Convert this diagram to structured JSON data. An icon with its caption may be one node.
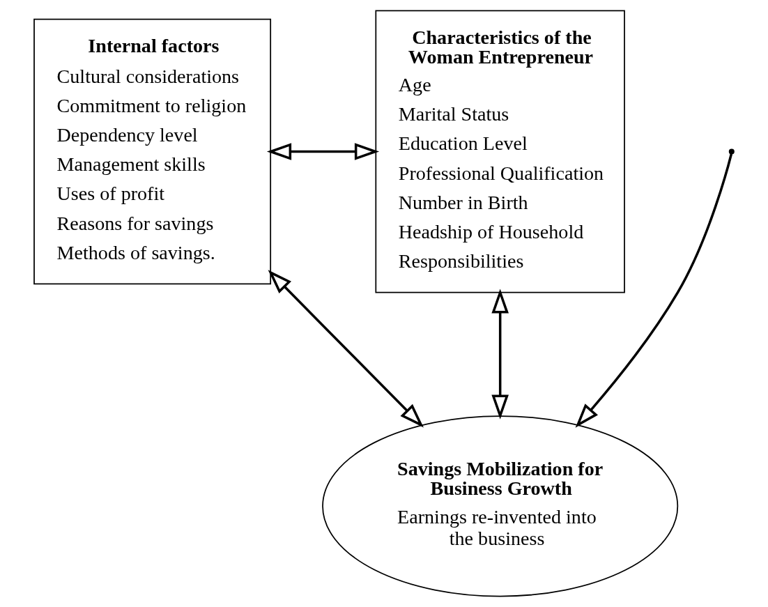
{
  "diagram": {
    "nodes": [
      {
        "text": [
          "Internal factors",
          "Cultural considerations",
          "Commitment to religion",
          "Dependency level",
          "Management skills",
          "Uses of profit",
          "Reasons for savings",
          "Methods of savings."
        ]
      },
      {
        "text": [
          "Characteristics of the Woman Entrepreneur",
          "Age",
          "Marital Status",
          "Education Level",
          "Professional Qualification",
          "Number in Birth",
          "Headship of Household",
          "Responsibilities"
        ]
      },
      {
        "text": [
          "Savings Mobilization for Business Growth",
          "Earnings re-invented into the business"
        ]
      }
    ],
    "edges": [
      {
        "from": 0,
        "to": 1,
        "arrow": "both"
      },
      {
        "from": null,
        "to": 2,
        "arrow": "to"
      },
      {
        "from": 0,
        "to": 2,
        "arrow": "both"
      },
      {
        "from": 1,
        "to": 2,
        "arrow": "both"
      }
    ]
  }
}
